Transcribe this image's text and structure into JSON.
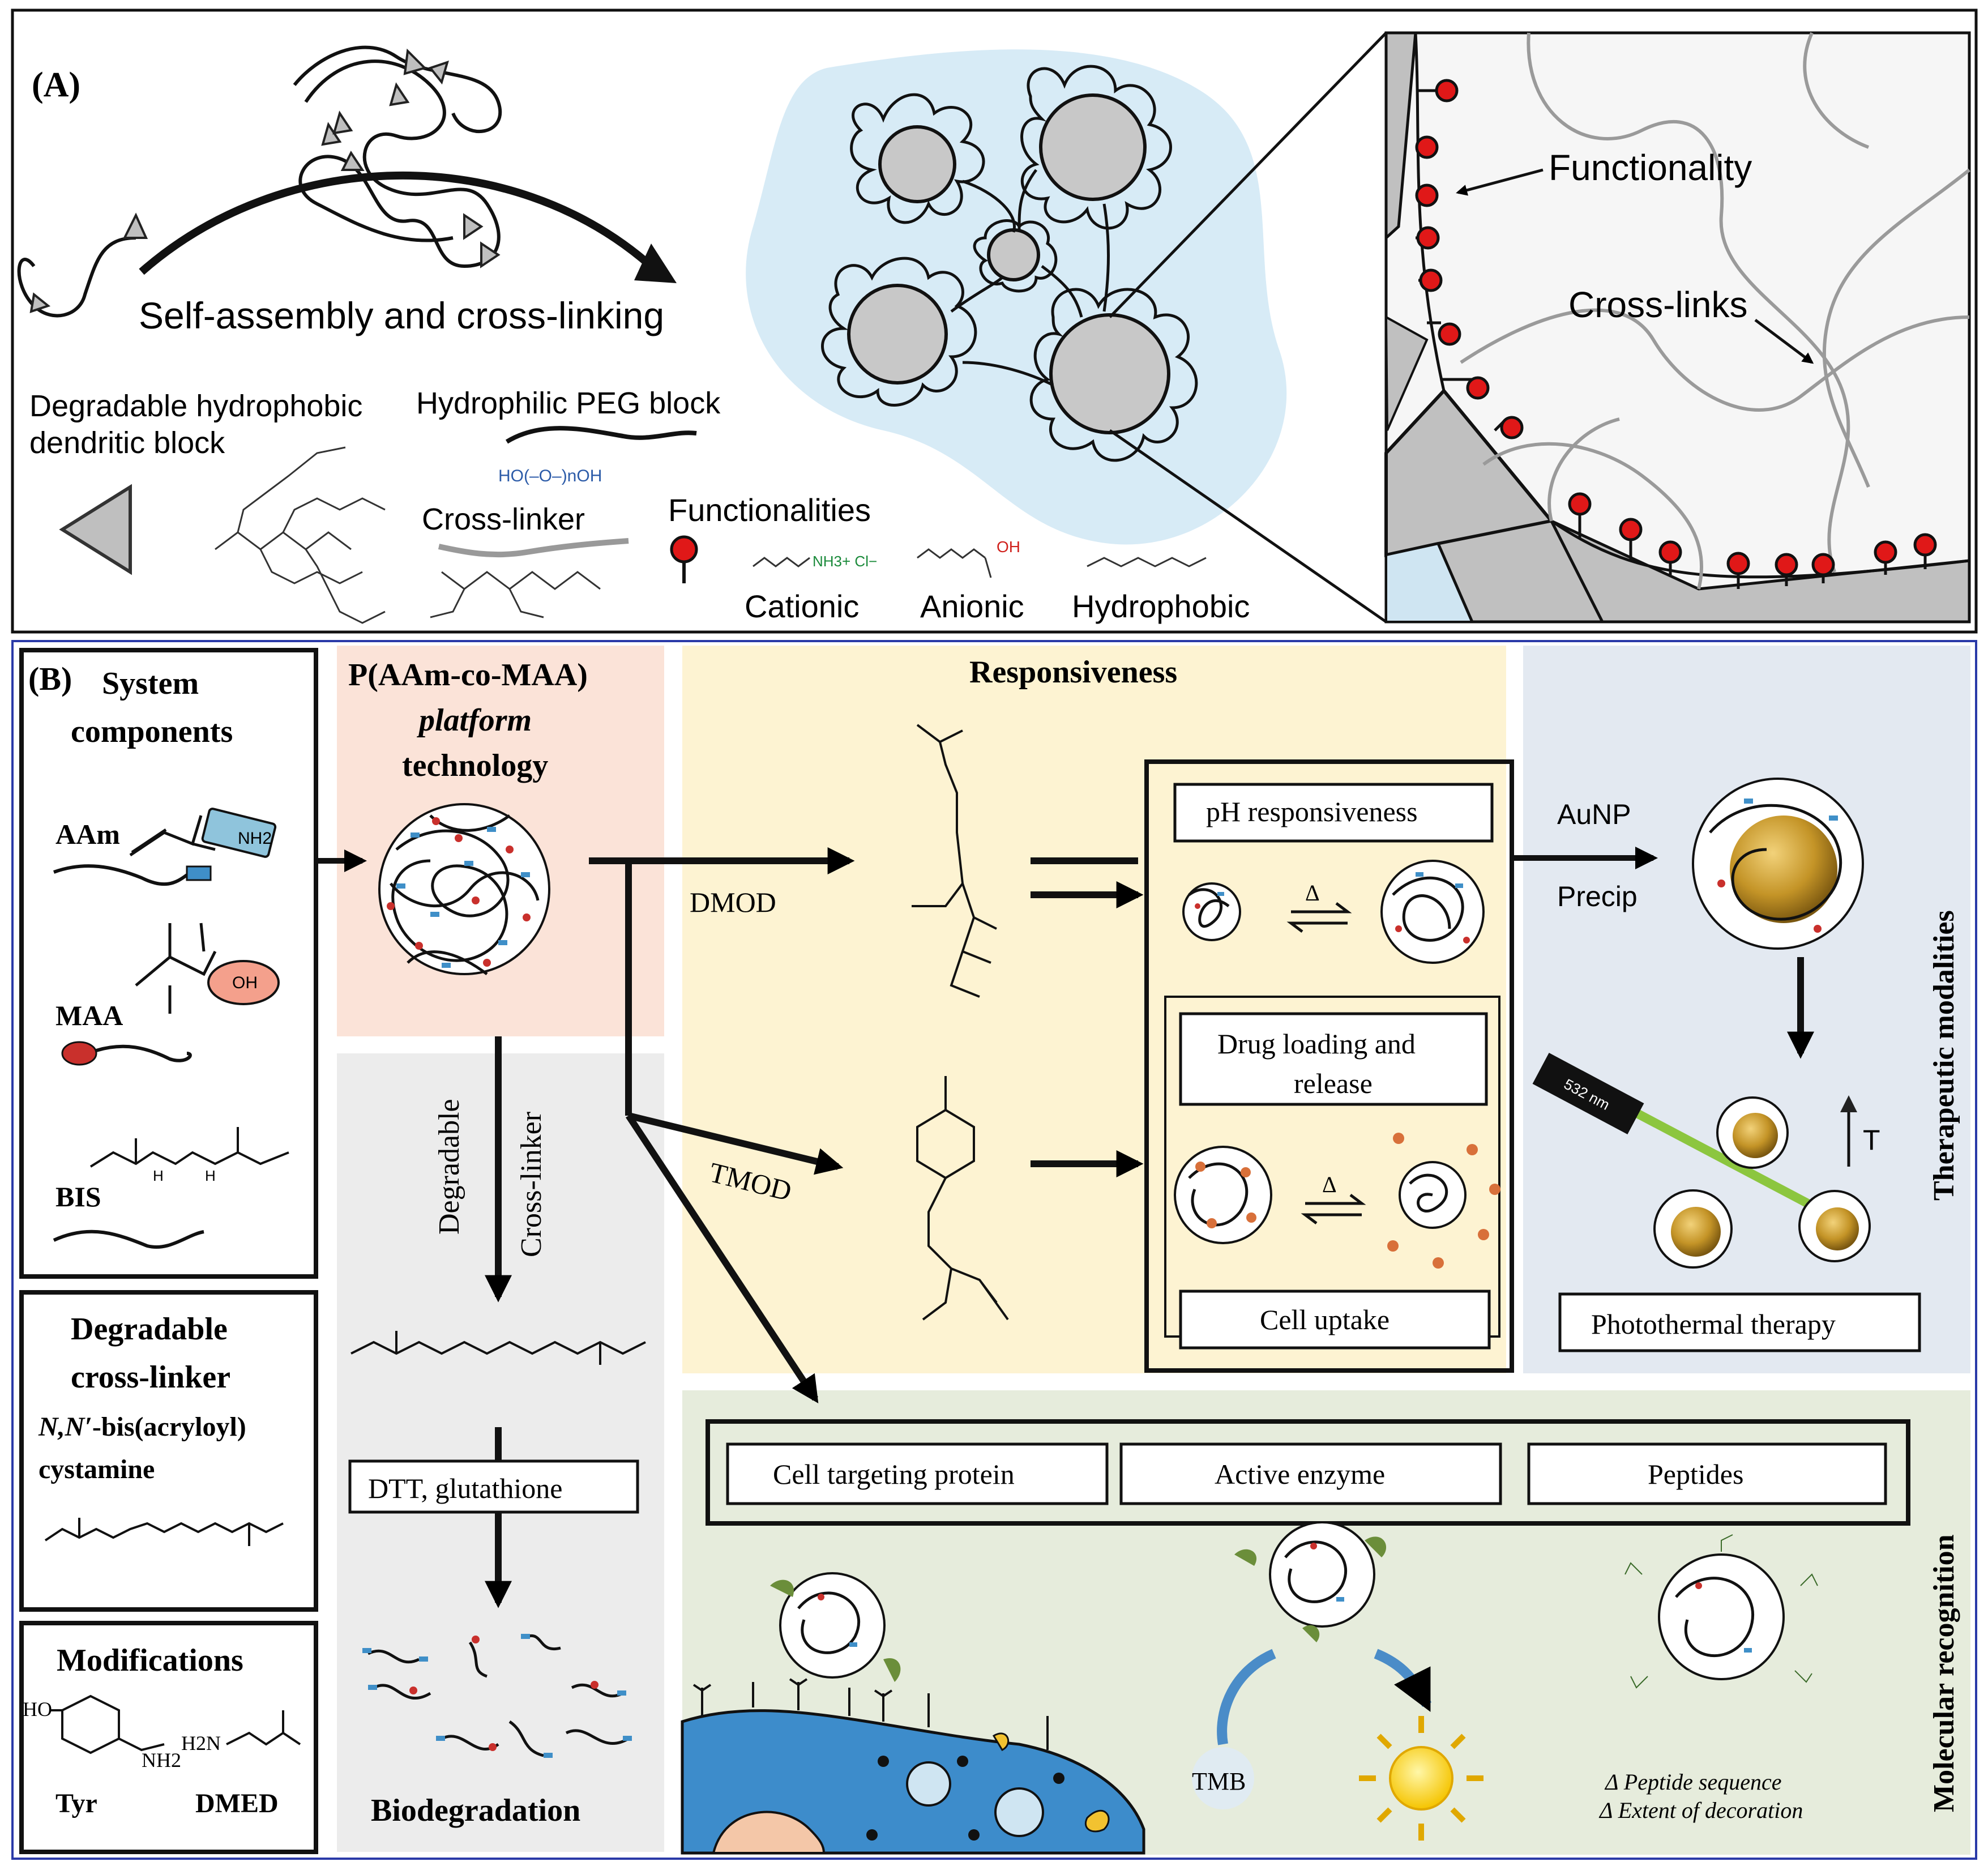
{
  "panel_a": {
    "label": "(A)",
    "arrow_caption": "Self-assembly and cross-linking",
    "hydrophobic_block": [
      "Degradable hydrophobic",
      "dendritic block"
    ],
    "peg_block": "Hydrophilic PEG block",
    "peg_formula": "HO(–O–)nOH",
    "cross_linker": "Cross-linker",
    "functionalities": "Functionalities",
    "cationic": "Cationic",
    "anionic": "Anionic",
    "hydrophobic": "Hydrophobic",
    "nh3cl": "NH3+ Cl−",
    "oh": "OH",
    "zoom_functionality": "Functionality",
    "zoom_crosslinks": "Cross-links"
  },
  "panel_b": {
    "label": "(B)",
    "system_components": [
      "System",
      "components"
    ],
    "aam": "AAm",
    "nh2": "NH2",
    "maa": "MAA",
    "oh": "OH",
    "bis": "BIS",
    "bis_h1": "H",
    "bis_h2": "H",
    "degradable_crosslinker": [
      "Degradable",
      "cross-linker"
    ],
    "crosslinker_name_italic": "N,N′",
    "crosslinker_name_rest": "-bis(acryloyl)",
    "crosslinker_name_2": "cystamine",
    "modifications": "Modifications",
    "tyr": "Tyr",
    "dmed": "DMED",
    "ho": "HO",
    "nh2_tyr": "NH2",
    "h2n_dmed": "H2N",
    "platform_title": [
      "P(AAm-co-MAA)",
      "platform",
      "technology"
    ],
    "degradable_rot": "Degradable",
    "crosslinker_rot": "Cross-linker",
    "dtt": "DTT,  glutathione",
    "biodegradation": "Biodegradation",
    "responsiveness": "Responsiveness",
    "dmod": "DMOD",
    "tmod": "TMOD",
    "ph_resp": "pH responsiveness",
    "delta": "Δ",
    "drug_loading": [
      "Drug loading and",
      "release"
    ],
    "cell_uptake": "Cell uptake",
    "aunp": "AuNP",
    "precip": "Precip",
    "laser": "532 nm",
    "temp": "T",
    "photothermal": "Photothermal therapy",
    "therapeutic": "Therapeutic modalities",
    "molecular": "Molecular recognition",
    "cell_targeting": "Cell targeting protein",
    "active_enzyme": "Active enzyme",
    "peptides": "Peptides",
    "tmb": "TMB",
    "peptide_seq": "Δ Peptide sequence",
    "decoration": "Δ Extent of decoration"
  },
  "colors": {
    "platform_bg": "#fbe3d8",
    "responsive_bg": "#fdf3d2",
    "therapeutic_bg": "#e3e9f1",
    "molecular_bg": "#e6ecdc",
    "degradation_bg": "#ececec",
    "functional_red": "#e01818",
    "pink_aam": "#8fc4dc",
    "maa_red": "#c9302c",
    "gold": "#b88a1e",
    "laser_green": "#8cc63f",
    "cell_blue": "#3d8ccb",
    "water_blue": "#d7ebf6"
  }
}
